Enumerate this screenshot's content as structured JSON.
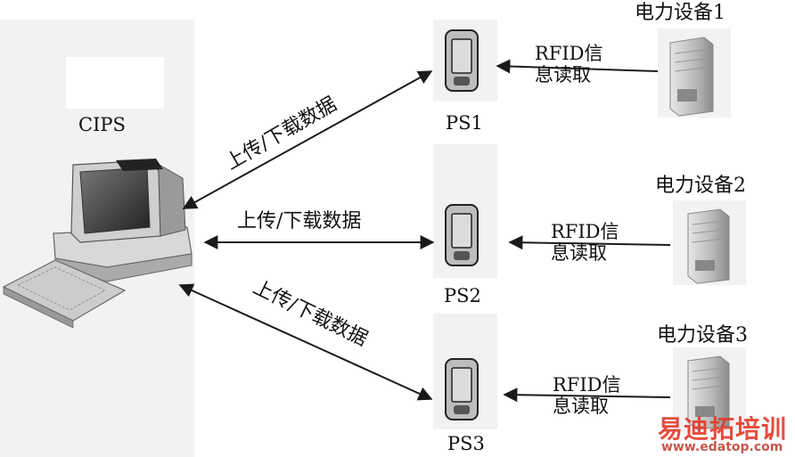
{
  "nodes": {
    "cips": "CIPS",
    "ps1": "PS1",
    "ps2": "PS2",
    "ps3": "PS3"
  },
  "devices": {
    "d1": "电力设备1",
    "d2": "电力设备2",
    "d3": "电力设备3"
  },
  "edges": {
    "upload1": "上传/下载数据",
    "upload2": "上传/下载数据",
    "upload3": "上传/下载数据"
  },
  "rfid": {
    "r1": {
      "line1": "RFID信",
      "line2": "息读取"
    },
    "r2": {
      "line1": "RFID信",
      "line2": "息读取"
    },
    "r3": {
      "line1": "RFID信",
      "line2": "息读取"
    }
  },
  "watermark": {
    "brand": "易迪拓培训",
    "url": "www.edatop.com"
  },
  "colors": {
    "panel_bg": "#f2f2f2",
    "arrow": "#1a1a1a",
    "watermark_red": "#e23a2a",
    "watermark_url": "#c0392b"
  }
}
